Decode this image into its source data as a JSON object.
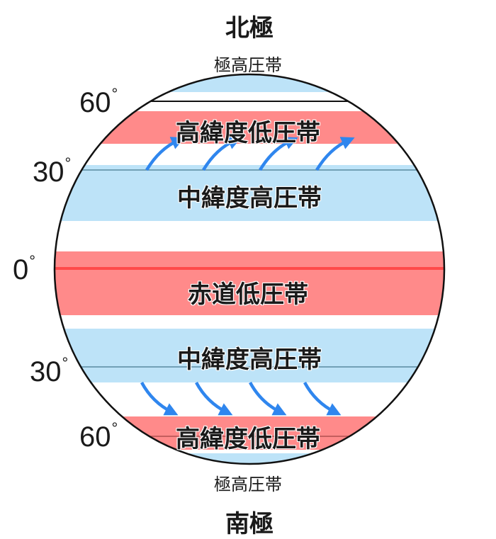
{
  "title_north": "北極",
  "title_south": "南極",
  "colors": {
    "high_pressure": "#bde3f8",
    "low_pressure": "#ff8a8a",
    "equator_line": "#ff4a4a",
    "latitude_line": "#5a8aa0",
    "arrow": "#2f86ee",
    "outline": "#111111"
  },
  "bands": {
    "polar_high_north": "極高圧帯",
    "subpolar_low_north": "高緯度低圧帯",
    "subtropical_high_north": "中緯度高圧帯",
    "equatorial_low": "赤道低圧帯",
    "subtropical_high_south": "中緯度高圧帯",
    "subpolar_low_south": "高緯度低圧帯",
    "polar_high_south": "極高圧帯"
  },
  "latitudes": {
    "n60": "60",
    "n30": "30",
    "eq": "0",
    "s30": "30",
    "s60": "60",
    "degree_symbol": "°"
  },
  "arrows": {
    "north_count": 4,
    "south_count": 4,
    "north_direction": "northeast (westerlies, toward high-latitude low)",
    "south_direction": "southeast (westerlies, toward high-latitude low)"
  }
}
